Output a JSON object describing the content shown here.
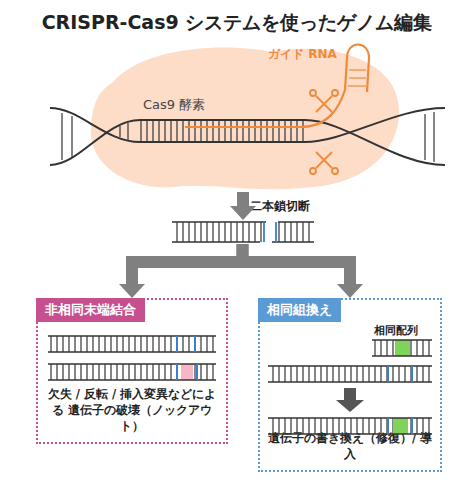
{
  "diagram": {
    "title": "CRISPR-Cas9 システムを使ったゲノム編集",
    "nodes": [
      {
        "text": [
          "Cas9 酵素"
        ]
      },
      {
        "text": [
          "二本鎖切断"
        ]
      },
      {
        "text": [
          "非相同末端結合",
          "欠失 / 反転 / 挿入変異などによる 遺伝子の破壊（ノックアウト）"
        ]
      },
      {
        "text": [
          "相同組換え",
          "遺伝子の書き換え（修復）/ 導入"
        ]
      }
    ],
    "edges": [
      {
        "from": 0,
        "to": 1,
        "arrow": "to"
      },
      {
        "from": 1,
        "to": 2,
        "arrow": "to"
      },
      {
        "from": 1,
        "to": 3,
        "arrow": "to"
      }
    ],
    "labels": [
      "ガイド RNA",
      "相同配列"
    ]
  }
}
